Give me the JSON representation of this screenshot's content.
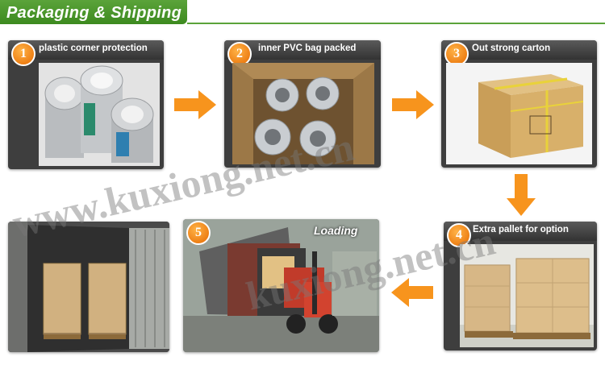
{
  "header": {
    "title": "Packaging & Shipping"
  },
  "steps": [
    {
      "number": "1",
      "label": "plastic corner protection"
    },
    {
      "number": "2",
      "label": "inner PVC bag packed"
    },
    {
      "number": "3",
      "label": "Out strong carton"
    },
    {
      "number": "4",
      "label": "Extra pallet for option"
    },
    {
      "number": "5",
      "label": "Loading"
    }
  ],
  "watermarks": {
    "line1": "www.kuxiong.net.cn",
    "line2": "kuxiong.net.cn"
  },
  "colors": {
    "accent_green": "#4c9a2a",
    "arrow_orange": "#f7941d",
    "badge_orange": "#e66a00"
  }
}
